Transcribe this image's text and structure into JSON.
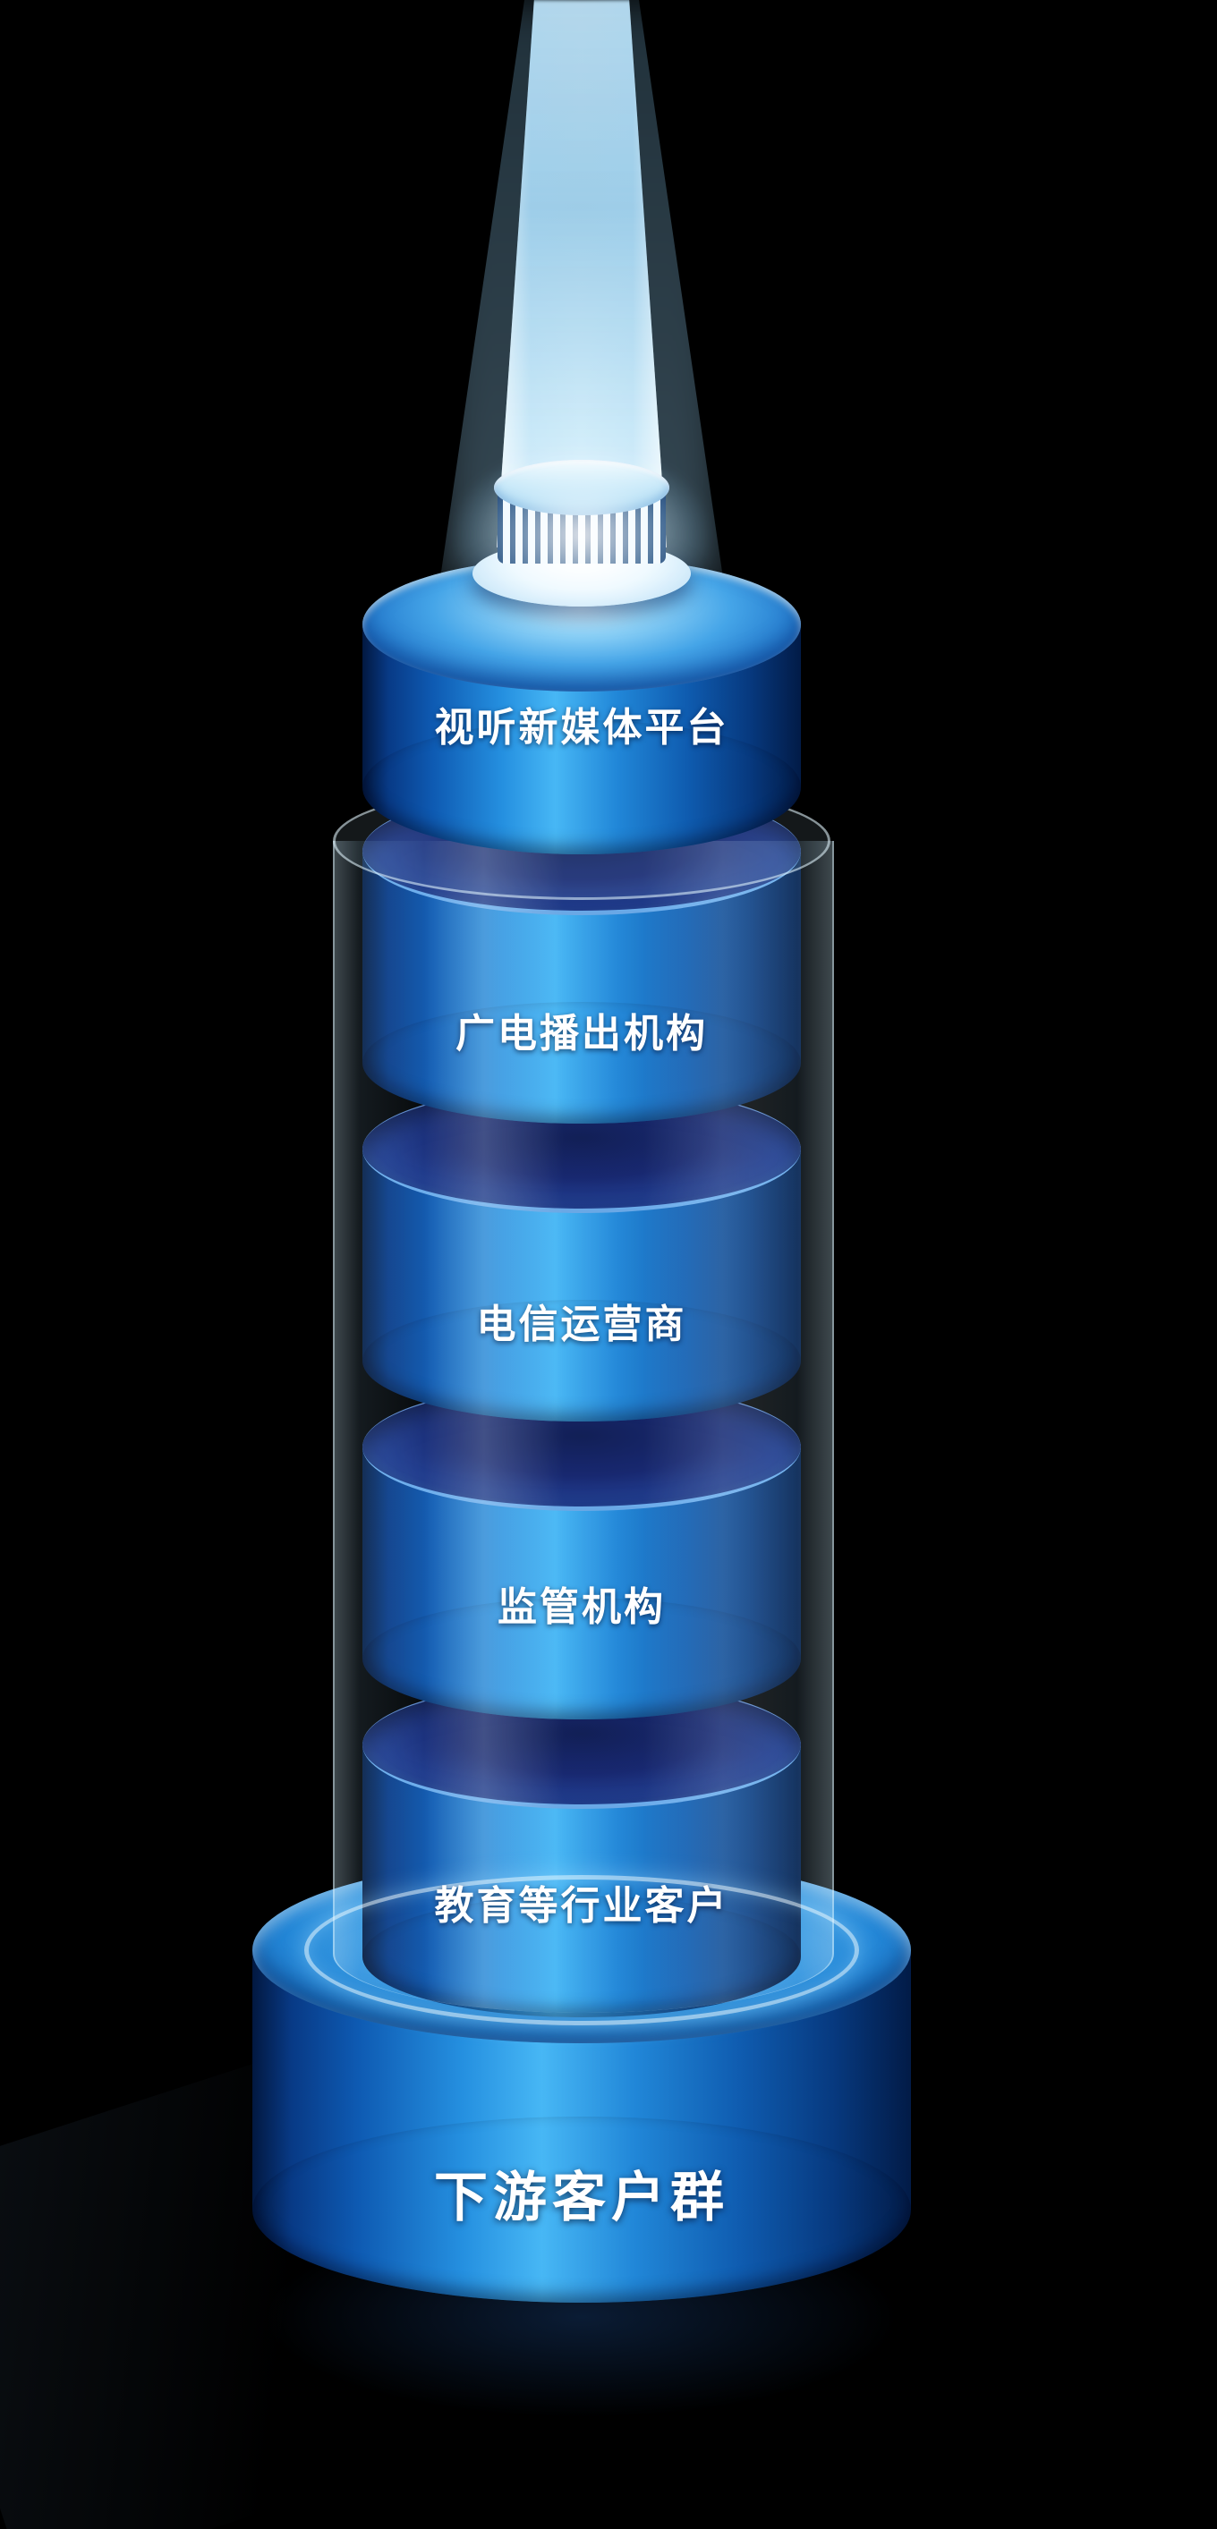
{
  "diagram": {
    "segments": [
      {
        "label": "视听新媒体平台"
      },
      {
        "label": "广电播出机构"
      },
      {
        "label": "电信运营商"
      },
      {
        "label": "监管机构"
      },
      {
        "label": "教育等行业客户"
      }
    ],
    "base": {
      "label": "下游客户群"
    },
    "colors": {
      "background": "#000000",
      "cylinder_dark": "#021840",
      "cylinder_bright": "#47b7f5",
      "recess_dark": "#13226b",
      "beam": "#c4e8fc",
      "glass": "#cdeeff",
      "cap_stripe_dark": "#0d2f62",
      "cap_stripe_light": "#eef8ff",
      "text": "#ffffff"
    }
  }
}
